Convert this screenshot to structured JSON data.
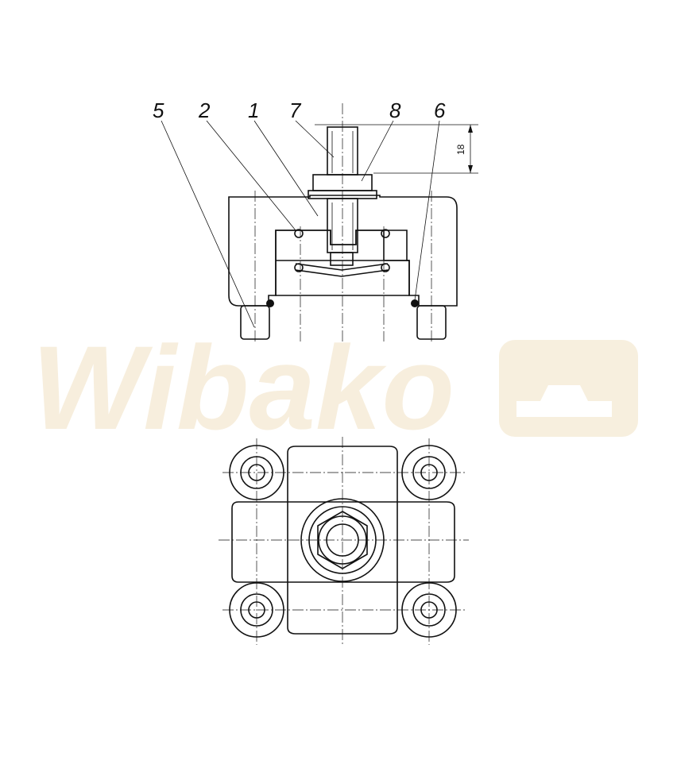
{
  "callouts": [
    {
      "id": "5",
      "label": "5"
    },
    {
      "id": "2",
      "label": "2"
    },
    {
      "id": "1",
      "label": "1"
    },
    {
      "id": "7",
      "label": "7"
    },
    {
      "id": "8",
      "label": "8"
    },
    {
      "id": "6",
      "label": "6"
    }
  ],
  "dimension": {
    "value": "18"
  },
  "watermark": {
    "text": "Wibako"
  }
}
